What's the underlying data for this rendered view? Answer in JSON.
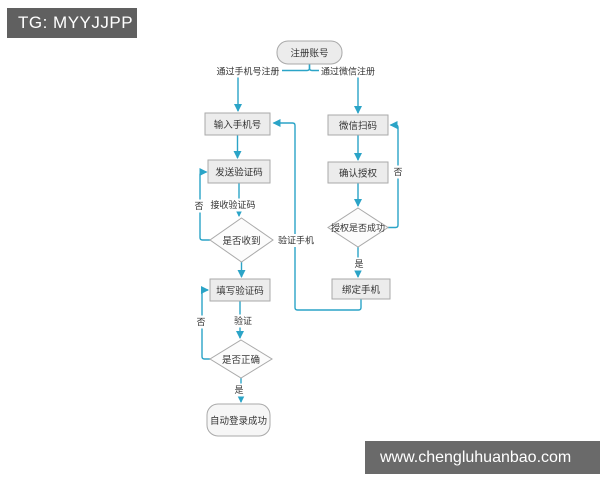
{
  "colors": {
    "line": "#2ba4c7",
    "nodefill": "#ececec",
    "nodeborder": "#a9a9a9",
    "diamondfill": "#fcfcfc",
    "endfill": "#f6f6f6",
    "textcolor": "#333333",
    "badgebg": "#606060",
    "barbg": "#6a6a6a"
  },
  "watermark_top": {
    "label": "TG: MYYJJPP"
  },
  "watermark_bottom": {
    "label": "www.chengluhuanbao.com"
  },
  "flowchart": {
    "nodes": {
      "start": {
        "label": "注册账号",
        "type": "terminator"
      },
      "input_phone": {
        "label": "输入手机号",
        "type": "process"
      },
      "send_code": {
        "label": "发送验证码",
        "type": "process"
      },
      "received": {
        "label": "是否收到",
        "type": "decision"
      },
      "fill_code": {
        "label": "填写验证码",
        "type": "process"
      },
      "correct": {
        "label": "是否正确",
        "type": "decision"
      },
      "auto_login": {
        "label": "自动登录成功",
        "type": "terminator"
      },
      "wechat_scan": {
        "label": "微信扫码",
        "type": "process"
      },
      "confirm_auth": {
        "label": "确认授权",
        "type": "process"
      },
      "auth_success": {
        "label": "授权是否成功",
        "type": "decision"
      },
      "bind_phone": {
        "label": "绑定手机",
        "type": "process"
      }
    },
    "edge_labels": {
      "register_by_phone": "通过手机号注册",
      "register_by_wechat": "通过微信注册",
      "receive_code": "接收验证码",
      "no_received": "否",
      "verify": "验证",
      "no_correct": "否",
      "yes_correct": "是",
      "yes_auth": "是",
      "no_auth": "否",
      "verify_phone": "验证手机"
    }
  }
}
